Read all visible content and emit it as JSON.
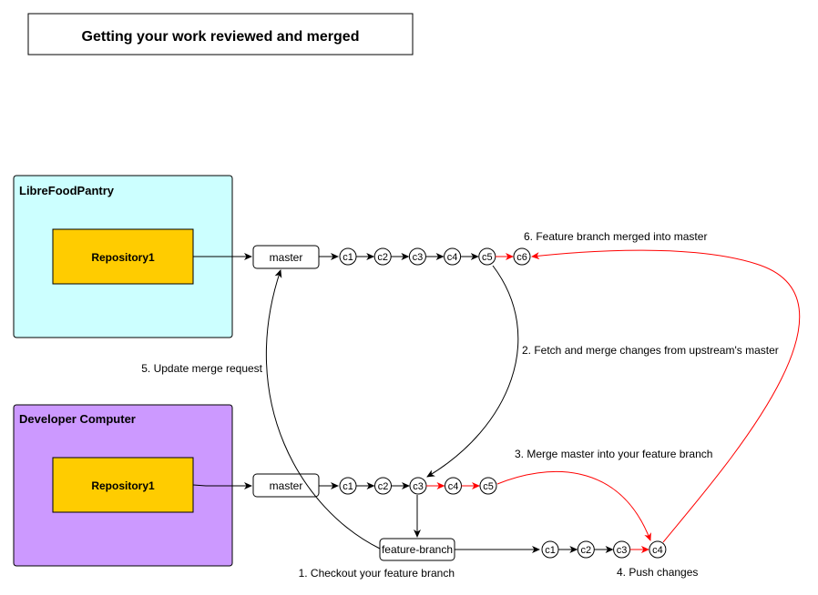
{
  "title": "Getting your work reviewed and merged",
  "upstream": {
    "label": "LibreFoodPantry",
    "repo_label": "Repository1",
    "branch_label": "master",
    "commits": [
      "c1",
      "c2",
      "c3",
      "c4",
      "c5",
      "c6"
    ],
    "fill": "#ccffff"
  },
  "developer": {
    "label": "Developer Computer",
    "repo_label": "Repository1",
    "branch_label": "master",
    "commits": [
      "c1",
      "c2",
      "c3",
      "c4",
      "c5"
    ],
    "fill": "#cc99ff"
  },
  "feature": {
    "branch_label": "feature-branch",
    "commits": [
      "c1",
      "c2",
      "c3",
      "c4"
    ]
  },
  "steps": {
    "step1": "1. Checkout your feature branch",
    "step2": "2. Fetch and merge changes from upstream's master",
    "step3": "3. Merge master into your feature branch",
    "step4": "4. Push changes",
    "step5": "5. Update merge request",
    "step6": "6. Feature branch merged into master"
  },
  "colors": {
    "repo_fill": "#ffcc00",
    "highlight_arrow": "#ff0000",
    "arrow": "#000000"
  }
}
